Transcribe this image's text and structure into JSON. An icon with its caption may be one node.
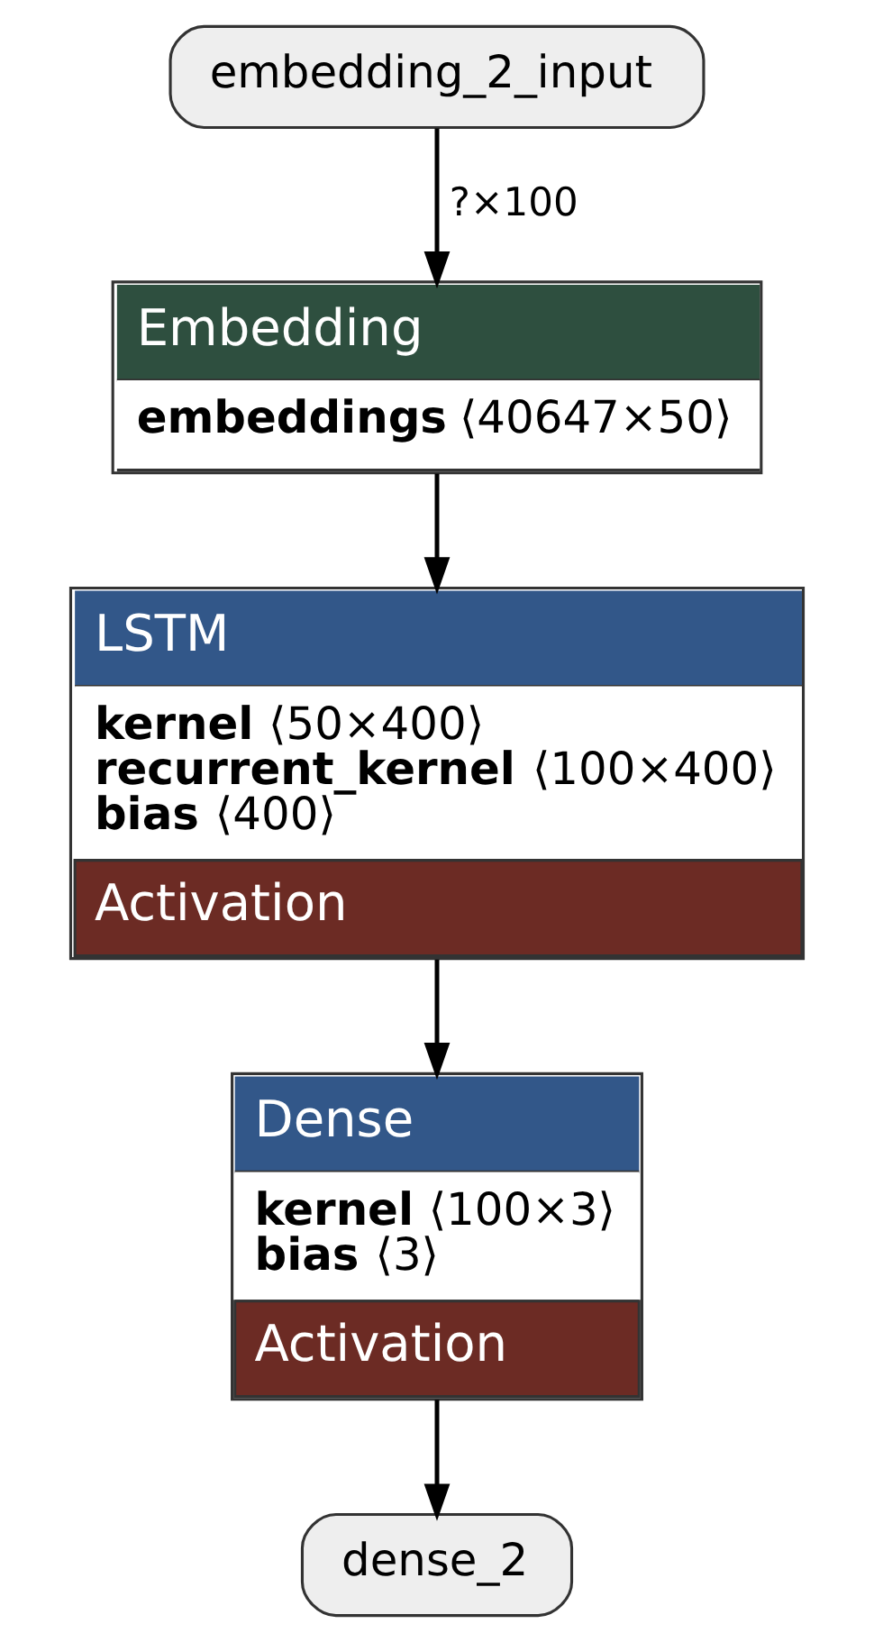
{
  "diagram": {
    "nodes": [
      {
        "text": [
          "embedding_2_input"
        ]
      },
      {
        "text": [
          "Embedding",
          "embeddings ⟨40647×50⟩"
        ]
      },
      {
        "text": [
          "LSTM",
          "kernel ⟨50×400⟩",
          "recurrent_kernel ⟨100×400⟩",
          "bias ⟨400⟩",
          "Activation"
        ]
      },
      {
        "text": [
          "Dense",
          "kernel ⟨100×3⟩",
          "bias ⟨3⟩",
          "Activation"
        ]
      },
      {
        "text": [
          "dense_2"
        ]
      }
    ],
    "edges": [
      {
        "from": 0,
        "to": 1,
        "arrow": "to",
        "label": "?×100"
      },
      {
        "from": 1,
        "to": 2,
        "arrow": "to"
      },
      {
        "from": 2,
        "to": 3,
        "arrow": "to"
      },
      {
        "from": 3,
        "to": 4,
        "arrow": "to"
      }
    ]
  }
}
